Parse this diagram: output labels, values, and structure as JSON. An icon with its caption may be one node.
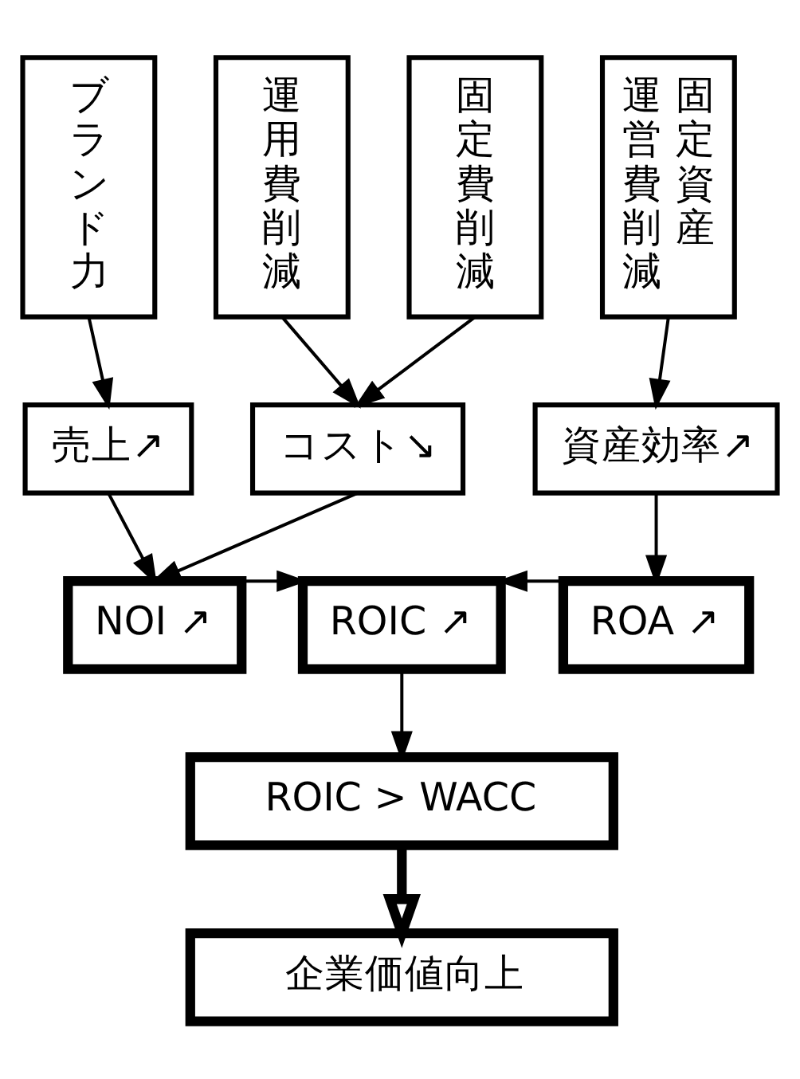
{
  "diagram": {
    "nodes": [
      {
        "text": [
          "ブランド力"
        ]
      },
      {
        "text": [
          "運用費削減"
        ]
      },
      {
        "text": [
          "固定費削減"
        ]
      },
      {
        "text": [
          "運営費削減",
          "固定資産"
        ]
      },
      {
        "text": [
          "売上↗"
        ]
      },
      {
        "text": [
          "コスト↘"
        ]
      },
      {
        "text": [
          "資産効率↗"
        ]
      },
      {
        "text": [
          "NOI ↗"
        ]
      },
      {
        "text": [
          "ROIC ↗"
        ]
      },
      {
        "text": [
          "ROA ↗"
        ]
      },
      {
        "text": [
          "ROIC > WACC"
        ]
      },
      {
        "text": [
          "企業価値向上"
        ]
      }
    ],
    "edges": [
      {
        "from": 0,
        "to": 4,
        "arrow": "to"
      },
      {
        "from": 1,
        "to": 5,
        "arrow": "to"
      },
      {
        "from": 2,
        "to": 5,
        "arrow": "to"
      },
      {
        "from": 3,
        "to": 6,
        "arrow": "to"
      },
      {
        "from": 4,
        "to": 7,
        "arrow": "to"
      },
      {
        "from": 5,
        "to": 7,
        "arrow": "to"
      },
      {
        "from": 6,
        "to": 9,
        "arrow": "to"
      },
      {
        "from": 7,
        "to": 8,
        "arrow": "to"
      },
      {
        "from": 9,
        "to": 8,
        "arrow": "to"
      },
      {
        "from": 8,
        "to": 10,
        "arrow": "to"
      },
      {
        "from": 10,
        "to": 11,
        "arrow": "to",
        "style": "thick"
      }
    ]
  }
}
